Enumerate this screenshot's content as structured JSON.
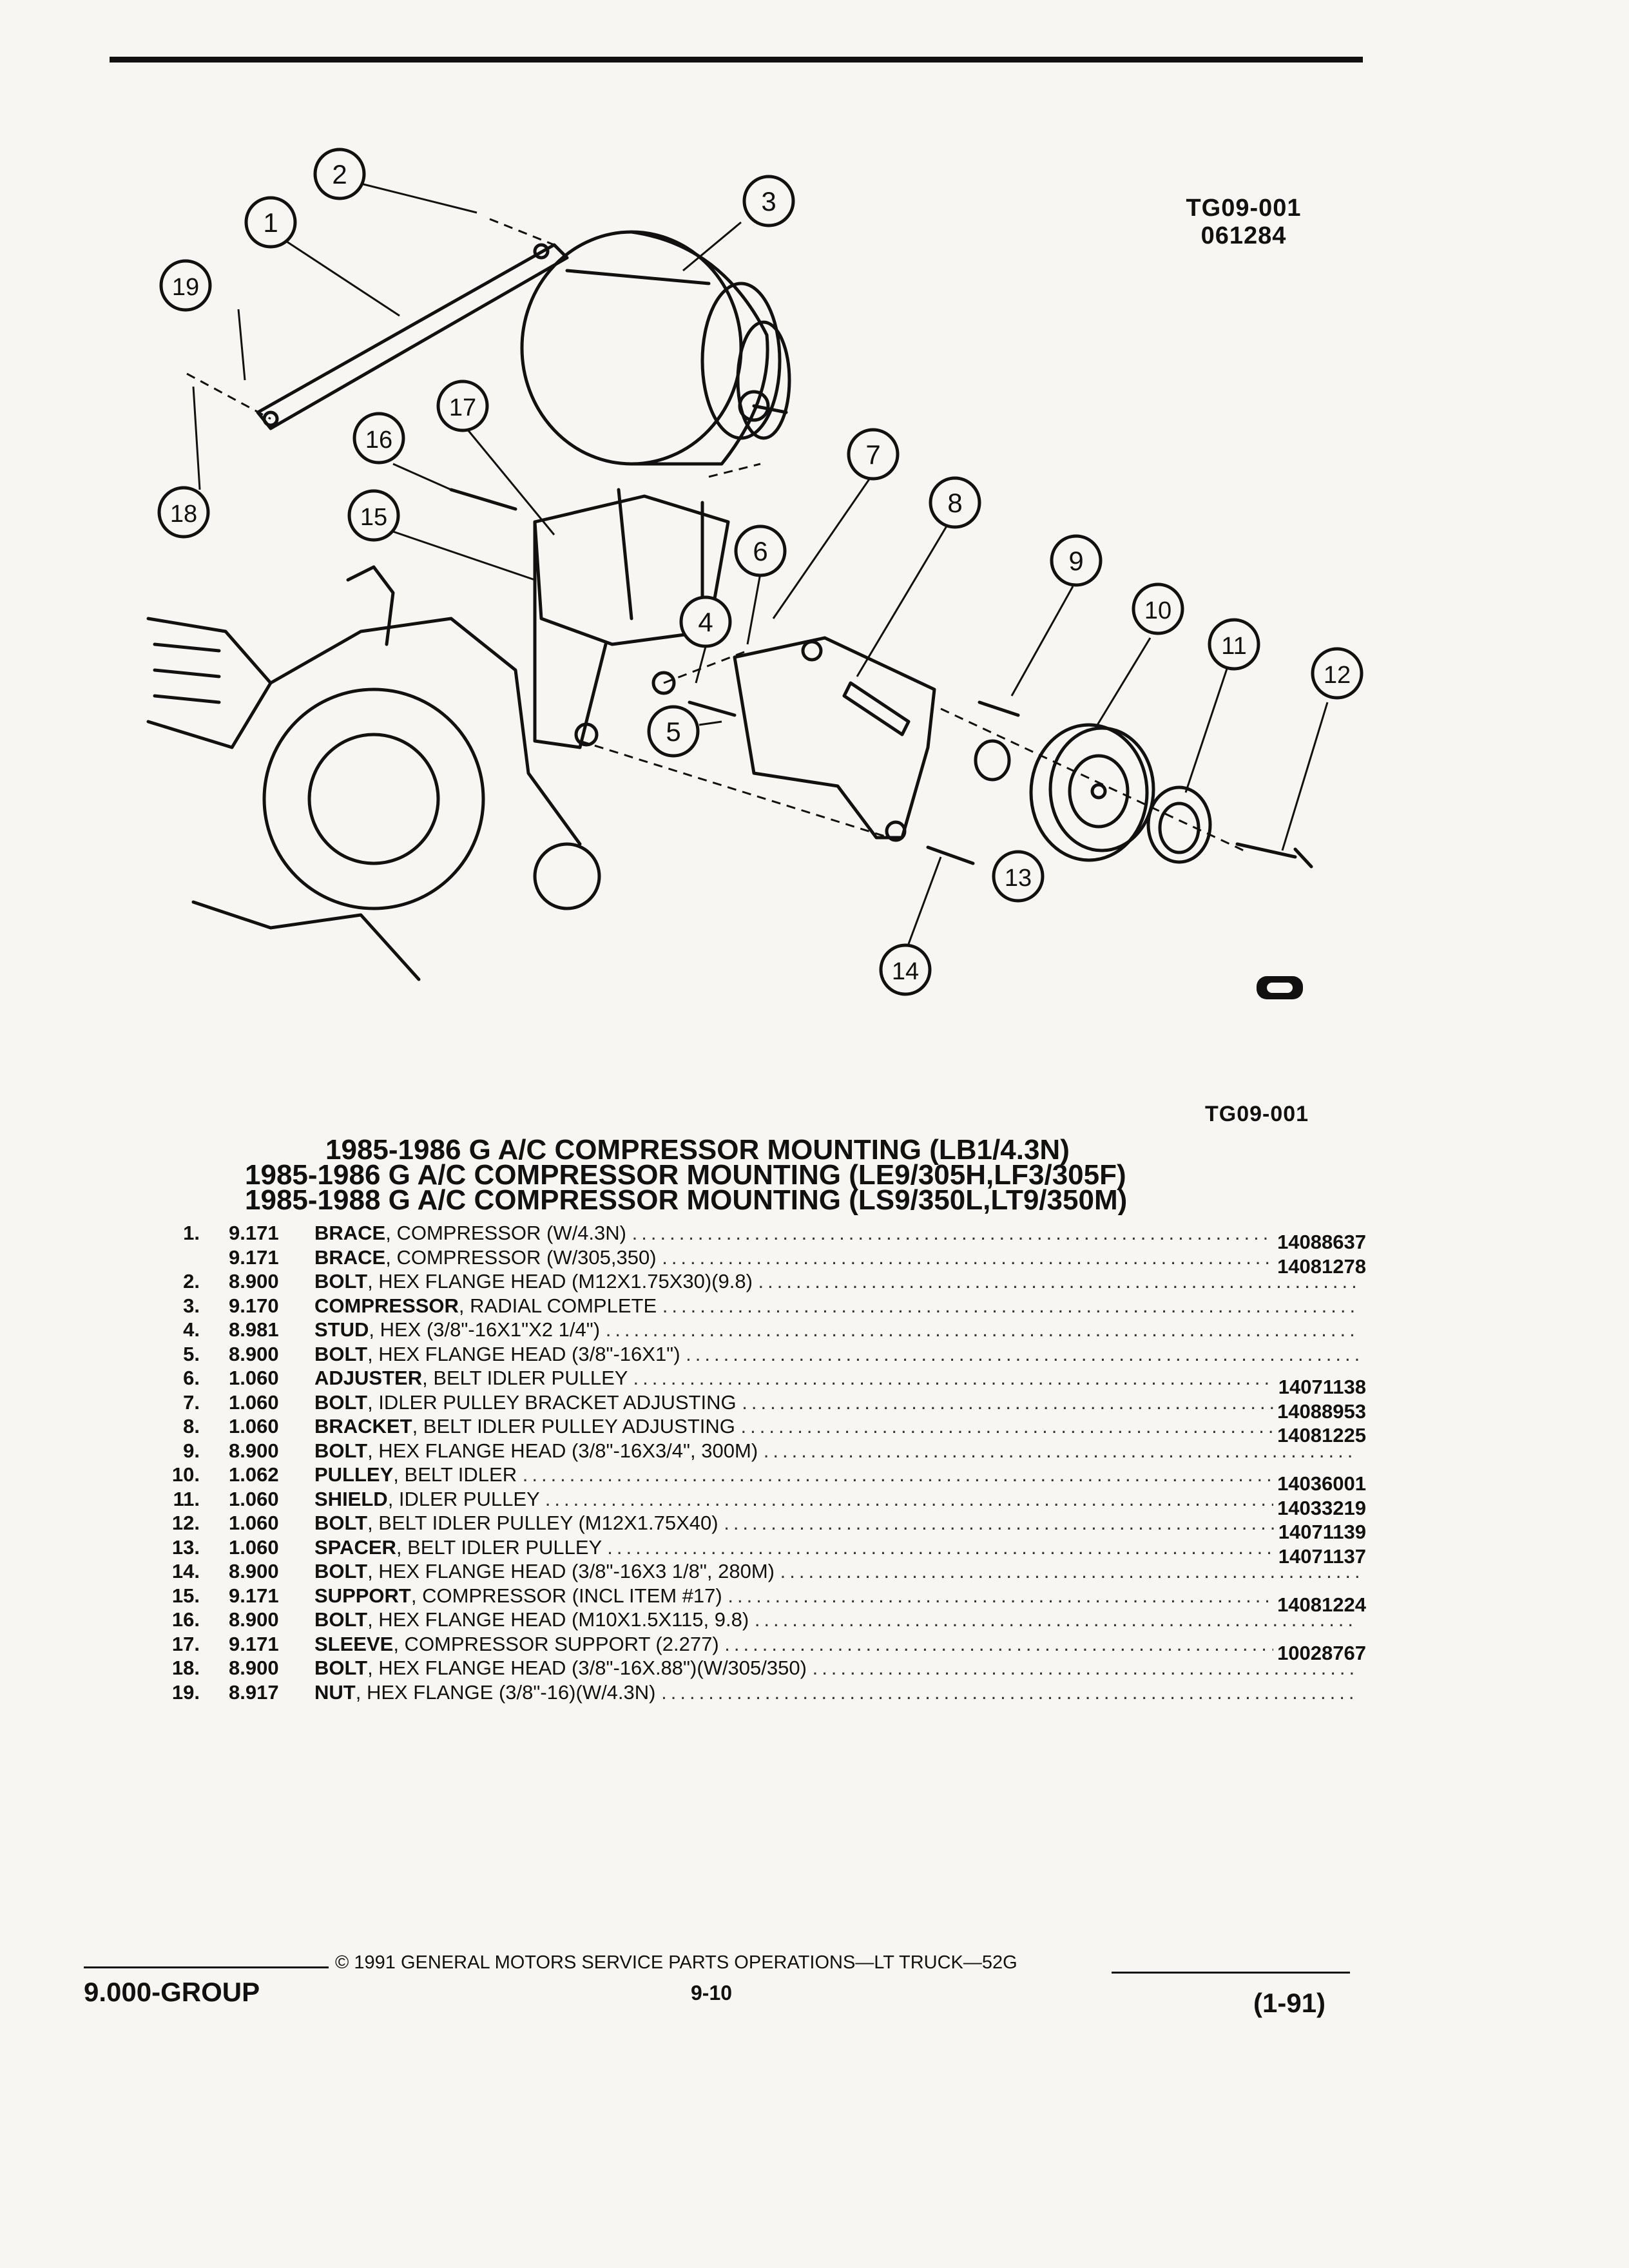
{
  "figure": {
    "code_top": "TG09-001",
    "date_top": "061284",
    "code_bottom": "TG09-001",
    "callouts": [
      "1",
      "2",
      "3",
      "4",
      "5",
      "6",
      "7",
      "8",
      "9",
      "10",
      "11",
      "12",
      "13",
      "14",
      "15",
      "16",
      "17",
      "18",
      "19"
    ]
  },
  "titles": [
    "1985-1986 G A/C COMPRESSOR MOUNTING (LB1/4.3N)",
    "1985-1986 G A/C COMPRESSOR MOUNTING (LE9/305H,LF3/305F)",
    "1985-1988 G A/C COMPRESSOR MOUNTING (LS9/350L,LT9/350M)"
  ],
  "parts": [
    {
      "num": "1.",
      "group": "9.171",
      "name": "BRACE",
      "desc": ", COMPRESSOR (W/4.3N)",
      "pn": "14088637"
    },
    {
      "num": "",
      "group": "9.171",
      "name": "BRACE",
      "desc": ", COMPRESSOR (W/305,350)",
      "pn": "14081278"
    },
    {
      "num": "2.",
      "group": "8.900",
      "name": "BOLT",
      "desc": ", HEX FLANGE HEAD (M12X1.75X30)(9.8)",
      "pn": ""
    },
    {
      "num": "3.",
      "group": "9.170",
      "name": "COMPRESSOR",
      "desc": ", RADIAL COMPLETE",
      "pn": ""
    },
    {
      "num": "4.",
      "group": "8.981",
      "name": "STUD",
      "desc": ", HEX (3/8\"-16X1\"X2 1/4\")",
      "pn": ""
    },
    {
      "num": "5.",
      "group": "8.900",
      "name": "BOLT",
      "desc": ", HEX FLANGE HEAD (3/8\"-16X1\")",
      "pn": ""
    },
    {
      "num": "6.",
      "group": "1.060",
      "name": "ADJUSTER",
      "desc": ", BELT IDLER PULLEY",
      "pn": "14071138"
    },
    {
      "num": "7.",
      "group": "1.060",
      "name": "BOLT",
      "desc": ", IDLER PULLEY BRACKET ADJUSTING",
      "pn": "14088953"
    },
    {
      "num": "8.",
      "group": "1.060",
      "name": "BRACKET",
      "desc": ", BELT IDLER PULLEY ADJUSTING",
      "pn": "14081225"
    },
    {
      "num": "9.",
      "group": "8.900",
      "name": "BOLT",
      "desc": ", HEX FLANGE HEAD (3/8\"-16X3/4\", 300M)",
      "pn": ""
    },
    {
      "num": "10.",
      "group": "1.062",
      "name": "PULLEY",
      "desc": ", BELT IDLER",
      "pn": "14036001"
    },
    {
      "num": "11.",
      "group": "1.060",
      "name": "SHIELD",
      "desc": ", IDLER PULLEY",
      "pn": "14033219"
    },
    {
      "num": "12.",
      "group": "1.060",
      "name": "BOLT",
      "desc": ", BELT IDLER PULLEY (M12X1.75X40)",
      "pn": "14071139"
    },
    {
      "num": "13.",
      "group": "1.060",
      "name": "SPACER",
      "desc": ", BELT IDLER PULLEY",
      "pn": "14071137"
    },
    {
      "num": "14.",
      "group": "8.900",
      "name": "BOLT",
      "desc": ", HEX FLANGE HEAD (3/8\"-16X3 1/8\", 280M)",
      "pn": ""
    },
    {
      "num": "15.",
      "group": "9.171",
      "name": "SUPPORT",
      "desc": ", COMPRESSOR (INCL ITEM #17)",
      "pn": "14081224"
    },
    {
      "num": "16.",
      "group": "8.900",
      "name": "BOLT",
      "desc": ", HEX FLANGE HEAD (M10X1.5X115, 9.8)",
      "pn": ""
    },
    {
      "num": "17.",
      "group": "9.171",
      "name": "SLEEVE",
      "desc": ", COMPRESSOR SUPPORT (2.277)",
      "pn": "10028767"
    },
    {
      "num": "18.",
      "group": "8.900",
      "name": "BOLT",
      "desc": ", HEX FLANGE HEAD (3/8\"-16X.88\")(W/305/350)",
      "pn": ""
    },
    {
      "num": "19.",
      "group": "8.917",
      "name": "NUT",
      "desc": ", HEX FLANGE (3/8\"-16)(W/4.3N)",
      "pn": ""
    }
  ],
  "footer": {
    "group": "9.000-GROUP",
    "copyright": "© 1991 GENERAL MOTORS SERVICE PARTS OPERATIONS—LT TRUCK—52G",
    "page": "9-10",
    "revision": "(1-91)"
  }
}
